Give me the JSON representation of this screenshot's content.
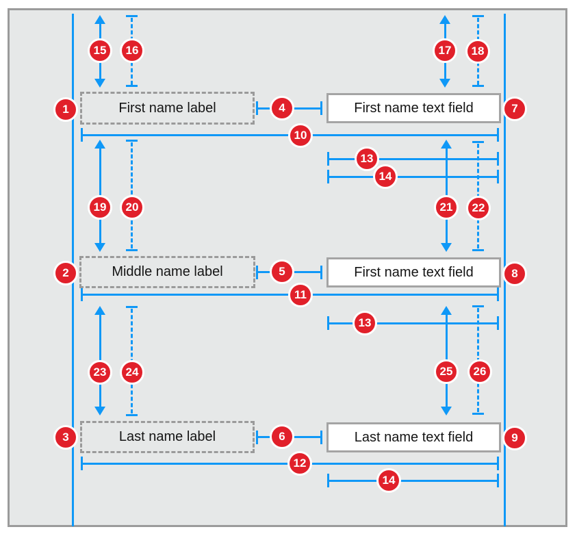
{
  "colors": {
    "accent_blue": "#0f98f7",
    "badge_red": "#e1202a",
    "canvas_background": "#e6e8e8",
    "canvas_border_gray": "#9b9b9b"
  },
  "rows": [
    {
      "label": "First name label",
      "field": "First name text field"
    },
    {
      "label": "Middle name label",
      "field": "First name text field"
    },
    {
      "label": "Last name label",
      "field": "Last name text field"
    }
  ],
  "badges": {
    "n1": "1",
    "n2": "2",
    "n3": "3",
    "n4": "4",
    "n5": "5",
    "n6": "6",
    "n7": "7",
    "n8": "8",
    "n9": "9",
    "n10": "10",
    "n11": "11",
    "n12": "12",
    "n13": "13",
    "n14": "14",
    "n15": "15",
    "n16": "16",
    "n17": "17",
    "n18": "18",
    "n19": "19",
    "n20": "20",
    "n21": "21",
    "n22": "22",
    "n23": "23",
    "n24": "24",
    "n25": "25",
    "n26": "26"
  }
}
